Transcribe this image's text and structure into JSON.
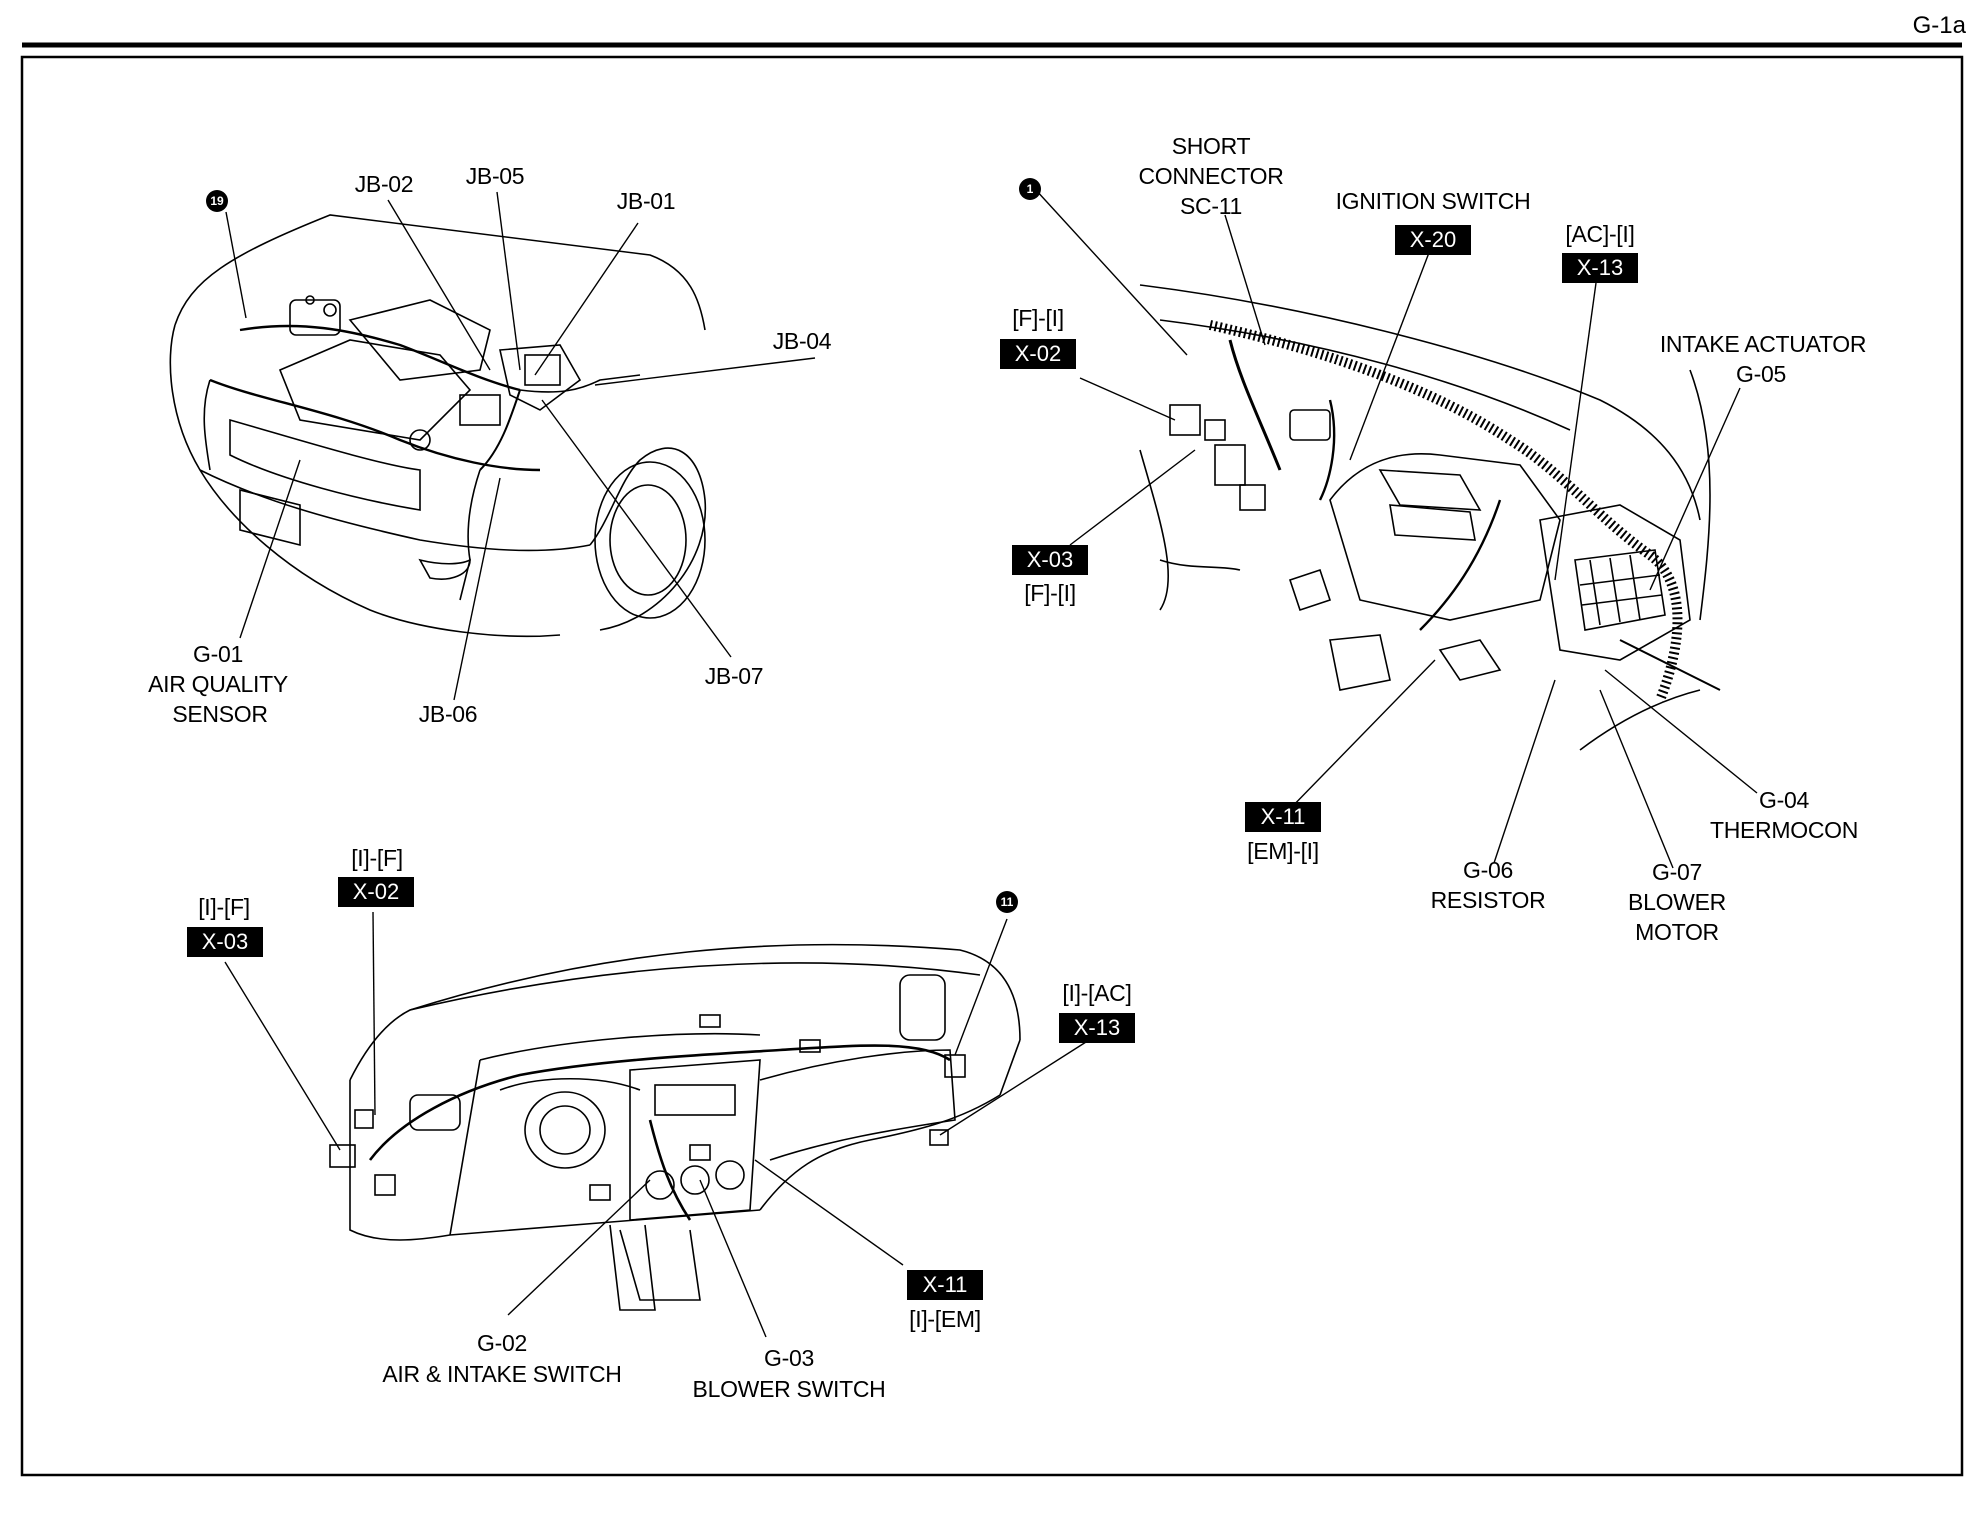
{
  "page_id": "G-1a",
  "engine_view": {
    "badge": "19",
    "labels": {
      "jb02": "JB-02",
      "jb05": "JB-05",
      "jb01": "JB-01",
      "jb04": "JB-04",
      "jb07": "JB-07",
      "jb06": "JB-06",
      "g01_code": "G-01",
      "g01_name_1": "AIR QUALITY",
      "g01_name_2": "SENSOR"
    }
  },
  "hvac_view": {
    "badge": "1",
    "short_connector": {
      "line1": "SHORT",
      "line2": "CONNECTOR",
      "line3": "SC-11"
    },
    "ignition_switch": {
      "name": "IGNITION SWITCH",
      "code": "X-20"
    },
    "x13": {
      "tag": "[AC]-[I]",
      "code": "X-13"
    },
    "intake_actuator": {
      "name": "INTAKE ACTUATOR",
      "code": "G-05"
    },
    "x02": {
      "tag": "[F]-[I]",
      "code": "X-02"
    },
    "x03": {
      "tag": "[F]-[I]",
      "code": "X-03"
    },
    "x11": {
      "tag": "[EM]-[I]",
      "code": "X-11"
    },
    "g04": {
      "code": "G-04",
      "name": "THERMOCON"
    },
    "g06": {
      "code": "G-06",
      "name": "RESISTOR"
    },
    "g07": {
      "code": "G-07",
      "name_1": "BLOWER",
      "name_2": "MOTOR"
    }
  },
  "dash_view": {
    "badge": "11",
    "x02": {
      "tag": "[I]-[F]",
      "code": "X-02"
    },
    "x03": {
      "tag": "[I]-[F]",
      "code": "X-03"
    },
    "x13": {
      "tag": "[I]-[AC]",
      "code": "X-13"
    },
    "x11": {
      "tag": "[I]-[EM]",
      "code": "X-11"
    },
    "g02": {
      "code": "G-02",
      "name": "AIR & INTAKE SWITCH"
    },
    "g03": {
      "code": "G-03",
      "name": "BLOWER SWITCH"
    }
  }
}
